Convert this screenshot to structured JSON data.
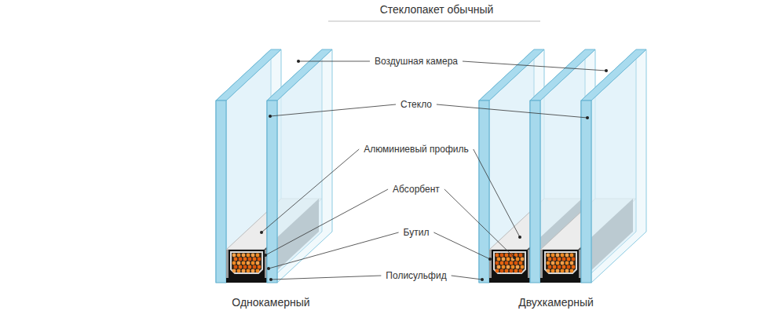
{
  "diagram": {
    "title": "Стеклопакет обычный",
    "labels": [
      "Воздушная камера",
      "Стекло",
      "Алюминиевый профиль",
      "Абсорбент",
      "Бутил",
      "Полисульфид",
      "Однокамерный",
      "Двухкамерный"
    ]
  }
}
